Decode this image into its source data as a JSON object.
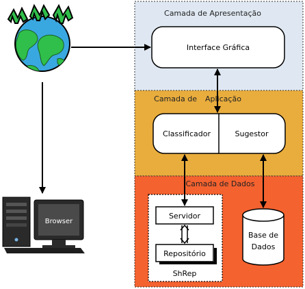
{
  "layers": {
    "presentation": {
      "title": "Camada de Apresentação",
      "fill": "#dfe8f2"
    },
    "application": {
      "title_left": "Camada de",
      "title_right": "Aplicação",
      "fill": "#e9ad3d"
    },
    "data": {
      "title": "Camada de Dados",
      "fill": "#f4622f"
    }
  },
  "components": {
    "gui": "Interface Gráfica",
    "classifier": "Classificador",
    "suggester": "Sugestor",
    "server": "Servidor",
    "repository": "Repositório",
    "shrep": "ShRep",
    "database_line1": "Base de",
    "database_line2": "Dados"
  },
  "browser": {
    "label": "Browser"
  },
  "icons": [
    "globe-icon",
    "computer-icon",
    "database-icon"
  ],
  "colors": {
    "ocean": "#3aa8e0",
    "land": "#2fbf4a",
    "arrow": "#000000"
  }
}
